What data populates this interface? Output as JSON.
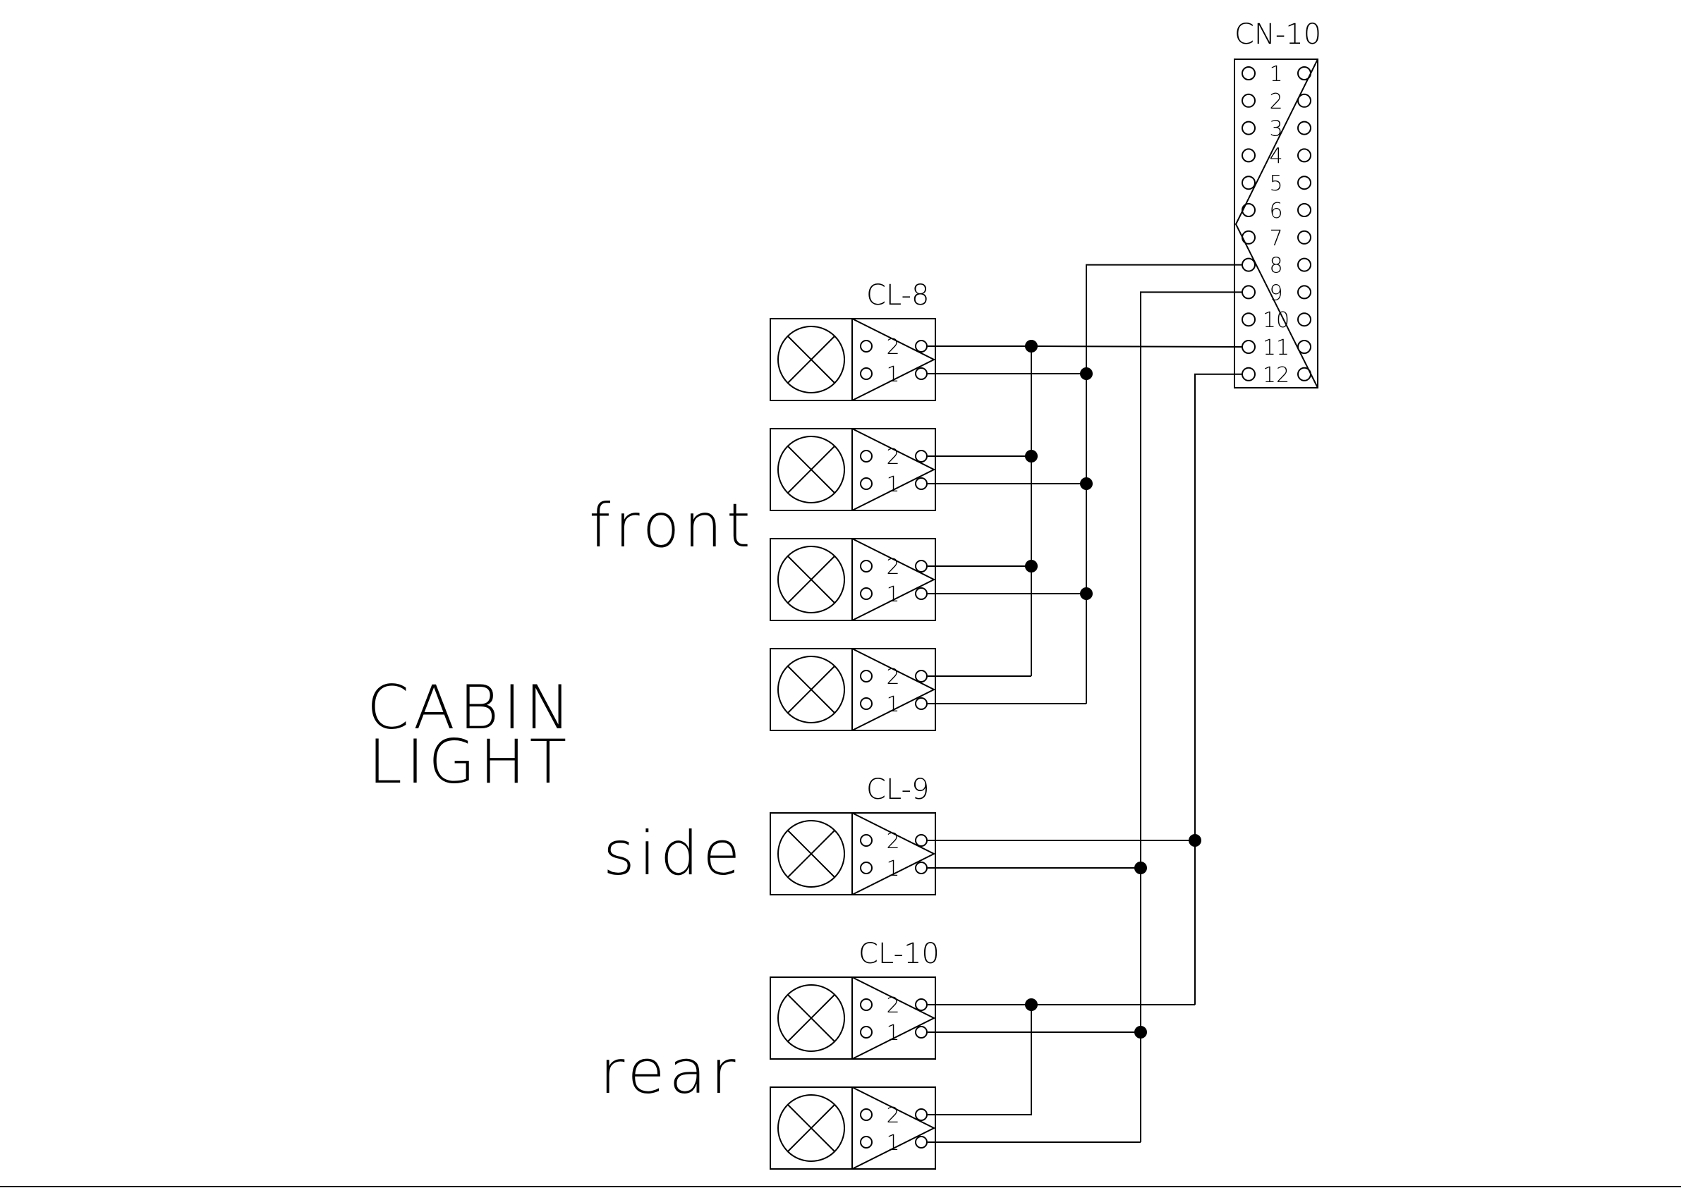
{
  "diagram": {
    "title_line1": "CABIN",
    "title_line2": "LIGHT",
    "sections": [
      {
        "label": "front"
      },
      {
        "label": "side"
      },
      {
        "label": "rear"
      }
    ],
    "connectors": {
      "main": {
        "name": "CN-10",
        "pins": [
          "1",
          "2",
          "3",
          "4",
          "5",
          "6",
          "7",
          "8",
          "9",
          "10",
          "11",
          "12"
        ]
      },
      "groups": [
        {
          "name": "CL-8"
        },
        {
          "name": "CL-9"
        },
        {
          "name": "CL-10"
        }
      ],
      "lamp_pins": [
        "2",
        "1"
      ]
    }
  }
}
